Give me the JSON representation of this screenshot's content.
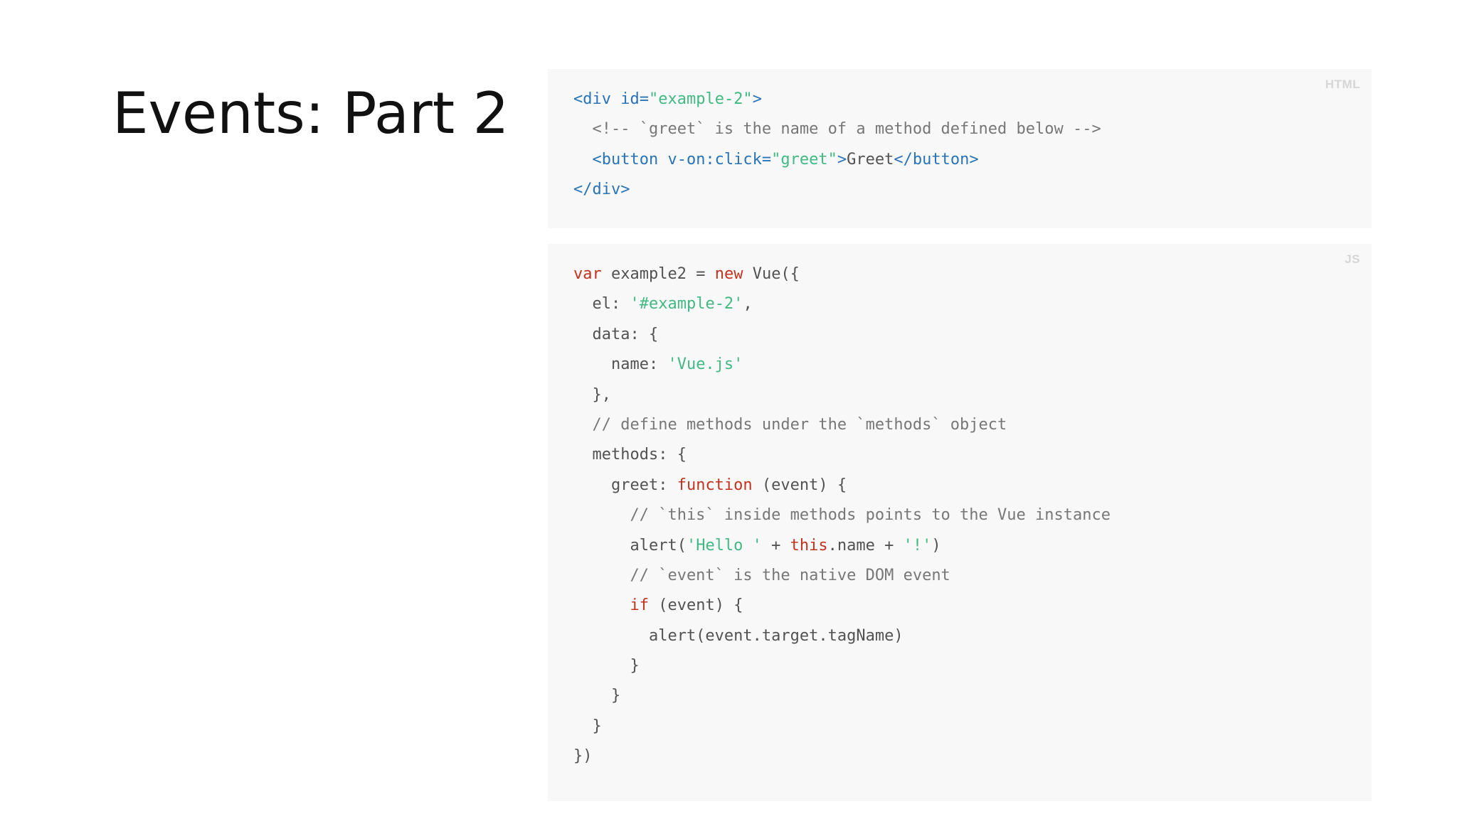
{
  "slide": {
    "title": "Events: Part 2"
  },
  "html_block": {
    "label": "HTML",
    "lines": [
      [
        {
          "t": "<div ",
          "c": "tag"
        },
        {
          "t": "id=",
          "c": "attr"
        },
        {
          "t": "\"example-2\"",
          "c": "str"
        },
        {
          "t": ">",
          "c": "tag"
        }
      ],
      [
        {
          "t": "  <!-- `greet` is the name of a method defined below -->",
          "c": "cm"
        }
      ],
      [
        {
          "t": "  <button ",
          "c": "tag"
        },
        {
          "t": "v-on:click=",
          "c": "attr"
        },
        {
          "t": "\"greet\"",
          "c": "str"
        },
        {
          "t": ">",
          "c": "tag"
        },
        {
          "t": "Greet",
          "c": "txt"
        },
        {
          "t": "</button>",
          "c": "tag"
        }
      ],
      [
        {
          "t": "</div>",
          "c": "tag"
        }
      ]
    ]
  },
  "js_block": {
    "label": "JS",
    "lines": [
      [
        {
          "t": "var",
          "c": "kw"
        },
        {
          "t": " example2 = ",
          "c": "txt"
        },
        {
          "t": "new",
          "c": "kw"
        },
        {
          "t": " Vue({",
          "c": "txt"
        }
      ],
      [
        {
          "t": "  el: ",
          "c": "txt"
        },
        {
          "t": "'#example-2'",
          "c": "str"
        },
        {
          "t": ",",
          "c": "txt"
        }
      ],
      [
        {
          "t": "  data: {",
          "c": "txt"
        }
      ],
      [
        {
          "t": "    name: ",
          "c": "txt"
        },
        {
          "t": "'Vue.js'",
          "c": "str"
        }
      ],
      [
        {
          "t": "  },",
          "c": "txt"
        }
      ],
      [
        {
          "t": "  // define methods under the `methods` object",
          "c": "cm"
        }
      ],
      [
        {
          "t": "  methods: {",
          "c": "txt"
        }
      ],
      [
        {
          "t": "    greet: ",
          "c": "txt"
        },
        {
          "t": "function",
          "c": "kw"
        },
        {
          "t": " (event) {",
          "c": "txt"
        }
      ],
      [
        {
          "t": "      // `this` inside methods points to the Vue instance",
          "c": "cm"
        }
      ],
      [
        {
          "t": "      alert(",
          "c": "txt"
        },
        {
          "t": "'Hello '",
          "c": "str"
        },
        {
          "t": " + ",
          "c": "txt"
        },
        {
          "t": "this",
          "c": "kw"
        },
        {
          "t": ".name + ",
          "c": "txt"
        },
        {
          "t": "'!'",
          "c": "str"
        },
        {
          "t": ")",
          "c": "txt"
        }
      ],
      [
        {
          "t": "      // `event` is the native DOM event",
          "c": "cm"
        }
      ],
      [
        {
          "t": "      ",
          "c": "txt"
        },
        {
          "t": "if",
          "c": "kw"
        },
        {
          "t": " (event) {",
          "c": "txt"
        }
      ],
      [
        {
          "t": "        alert(event.target.tagName)",
          "c": "txt"
        }
      ],
      [
        {
          "t": "      }",
          "c": "txt"
        }
      ],
      [
        {
          "t": "    }",
          "c": "txt"
        }
      ],
      [
        {
          "t": "  }",
          "c": "txt"
        }
      ],
      [
        {
          "t": "})",
          "c": "txt"
        }
      ]
    ]
  }
}
